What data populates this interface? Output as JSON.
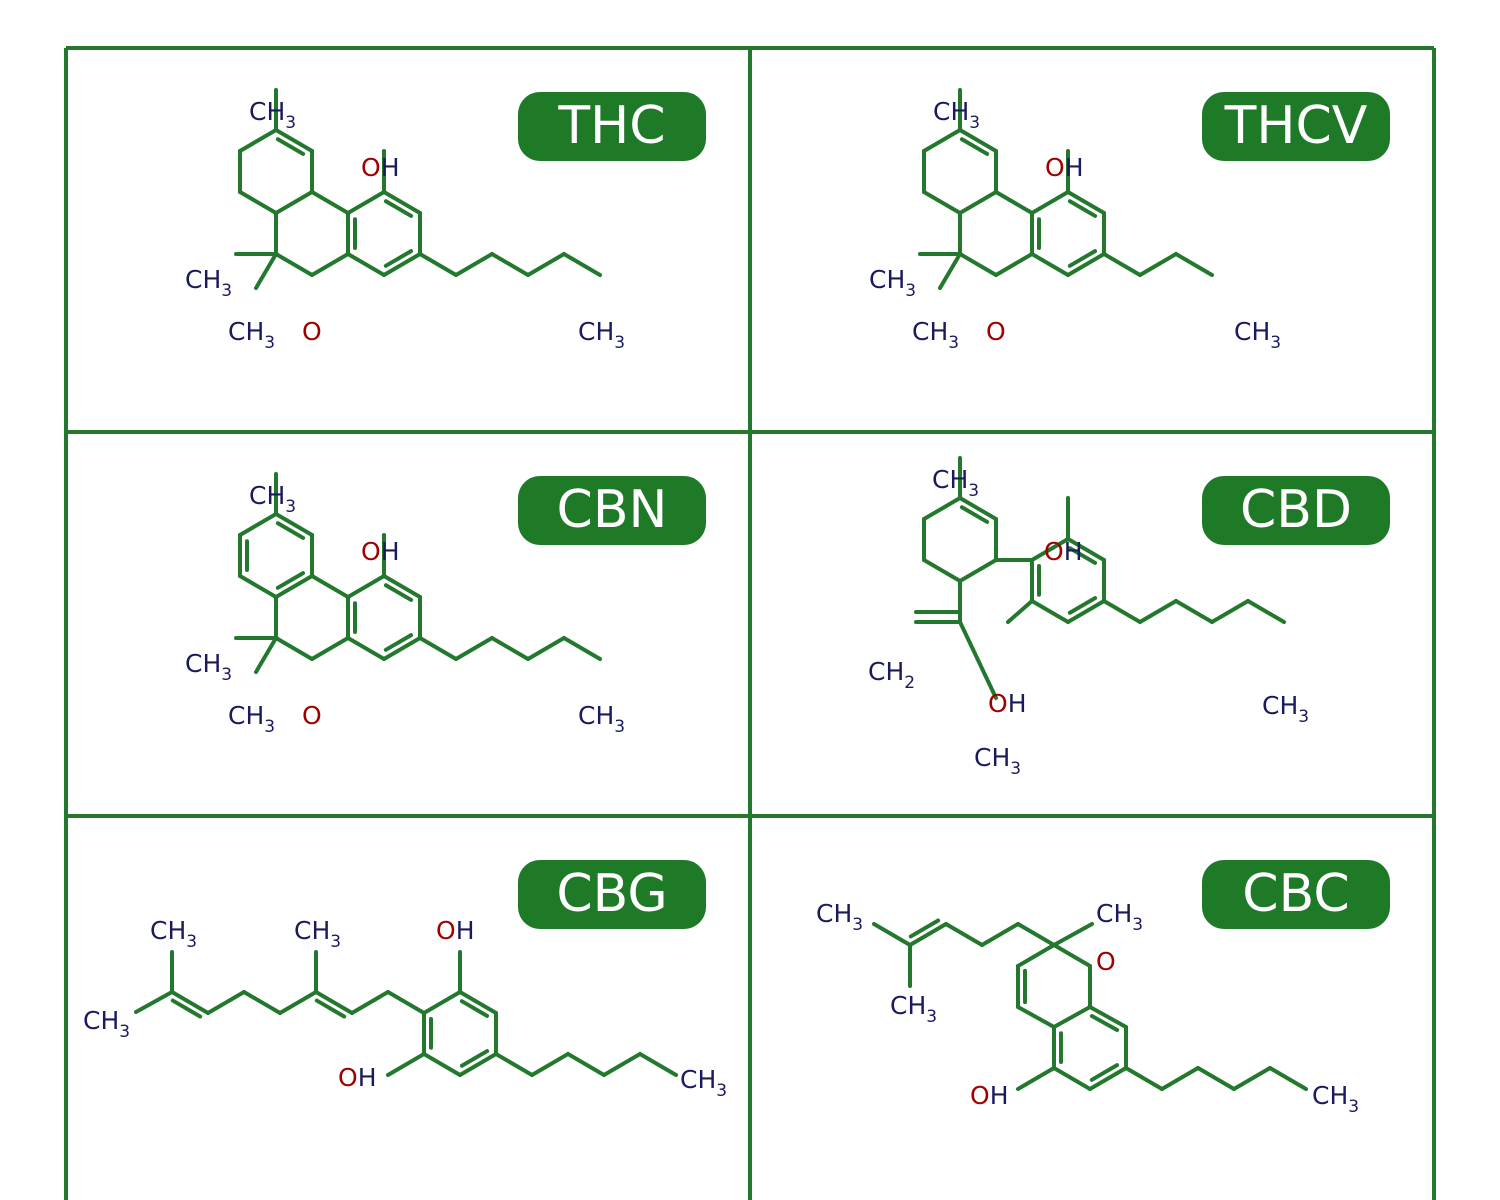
{
  "colors": {
    "grid": "#23782e",
    "badge_bg": "#1f7a28",
    "badge_text": "#ffffff",
    "carbon_label": "#1a1a5e",
    "oxygen_label": "#a00000"
  },
  "molecules": [
    {
      "name": "THC"
    },
    {
      "name": "THCV"
    },
    {
      "name": "CBN"
    },
    {
      "name": "CBD"
    },
    {
      "name": "CBG"
    },
    {
      "name": "CBC"
    }
  ],
  "atom_labels": {
    "methyl": "CH",
    "methylene": "CH",
    "methyl_sub": "3",
    "methylene_sub": "2",
    "hydroxyl": "OH",
    "oxygen": "O"
  }
}
